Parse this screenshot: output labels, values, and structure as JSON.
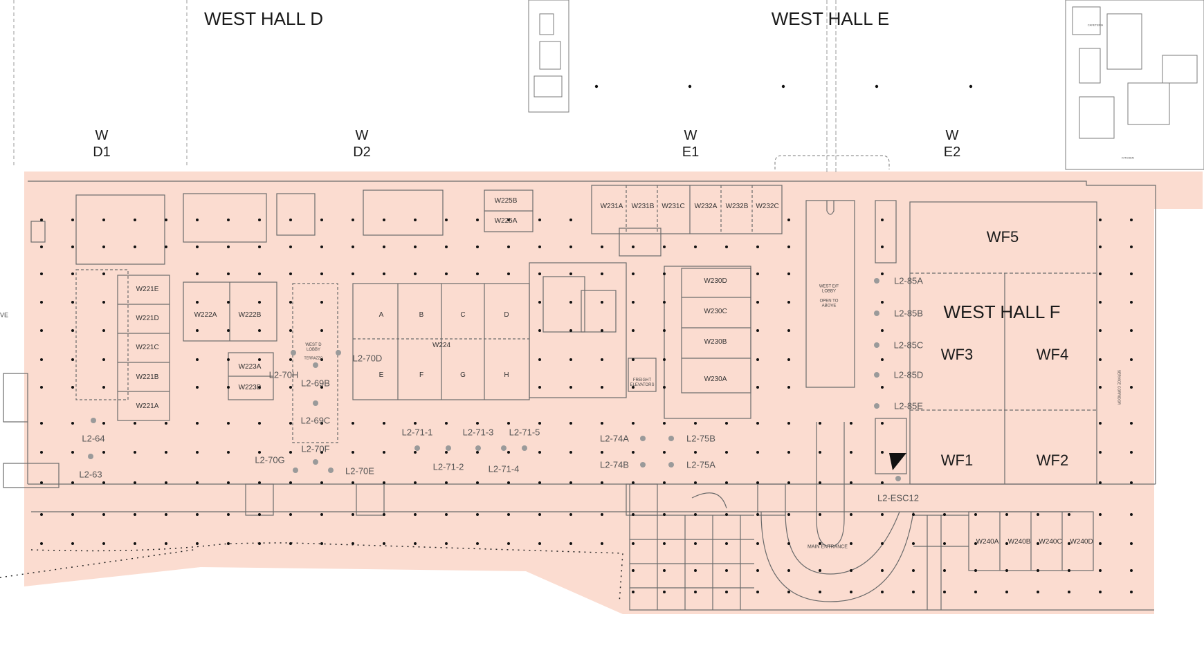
{
  "hall_titles": {
    "west_hall_d": "WEST HALL D",
    "west_hall_e": "WEST HALL E",
    "west_hall_f": "WEST HALL F"
  },
  "sections": {
    "wd1": "W\nD1",
    "wd2": "W\nD2",
    "we1": "W\nE1",
    "we2": "W\nE2"
  },
  "rooms": {
    "w221e": "W221E",
    "w221d": "W221D",
    "w221c": "W221C",
    "w221b": "W221B",
    "w221a": "W221A",
    "w222a": "W222A",
    "w222b": "W222B",
    "w223a": "W223A",
    "w223b": "W223B",
    "w224": "W224",
    "r_a": "A",
    "r_b": "B",
    "r_c": "C",
    "r_d": "D",
    "r_e": "E",
    "r_f": "F",
    "r_g": "G",
    "r_h": "H",
    "w225a": "W225A",
    "w225b": "W225B",
    "w230a": "W230A",
    "w230b": "W230B",
    "w230c": "W230C",
    "w230d": "W230D",
    "w231a": "W231A",
    "w231b": "W231B",
    "w231c": "W231C",
    "w232a": "W232A",
    "w232b": "W232B",
    "w232c": "W232C",
    "w240a": "W240A",
    "w240b": "W240B",
    "w240c": "W240C",
    "w240d": "W240D",
    "wf1": "WF1",
    "wf2": "WF2",
    "wf3": "WF3",
    "wf4": "WF4",
    "wf5": "WF5"
  },
  "small_labels": {
    "west_d_lobby": "WEST D\nLOBBY",
    "terrazzo": "TERRAZZO",
    "west_ef_lobby": "WEST E/F\nLOBBY\n\nOPEN TO\nABOVE",
    "freight_elevators": "FREIGHT\nELEVATORS",
    "main_entrance": "MAIN ENTRANCE",
    "cafeteria": "CAFETERIA",
    "kitchen": "KITCHEN",
    "service_corridor": "SERVICE CORRIDOR",
    "edge_ve": "VE"
  },
  "locations": {
    "l2_63": "L2-63",
    "l2_64": "L2-64",
    "l2_69b": "L2-69B",
    "l2_69c": "L2-69C",
    "l2_70d": "L2-70D",
    "l2_70e": "L2-70E",
    "l2_70f": "L2-70F",
    "l2_70g": "L2-70G",
    "l2_70h": "L2-70H",
    "l2_71_1": "L2-71-1",
    "l2_71_2": "L2-71-2",
    "l2_71_3": "L2-71-3",
    "l2_71_4": "L2-71-4",
    "l2_71_5": "L2-71-5",
    "l2_74a": "L2-74A",
    "l2_74b": "L2-74B",
    "l2_75a": "L2-75A",
    "l2_75b": "L2-75B",
    "l2_85a": "L2-85A",
    "l2_85b": "L2-85B",
    "l2_85c": "L2-85C",
    "l2_85d": "L2-85D",
    "l2_85e": "L2-85E",
    "l2_esc12": "L2-ESC12"
  },
  "colors": {
    "floor_fill": "#fbdcd0",
    "wall_line": "#6b6b6b",
    "column_dot": "#111111",
    "location_dot": "#9a9a9a"
  }
}
